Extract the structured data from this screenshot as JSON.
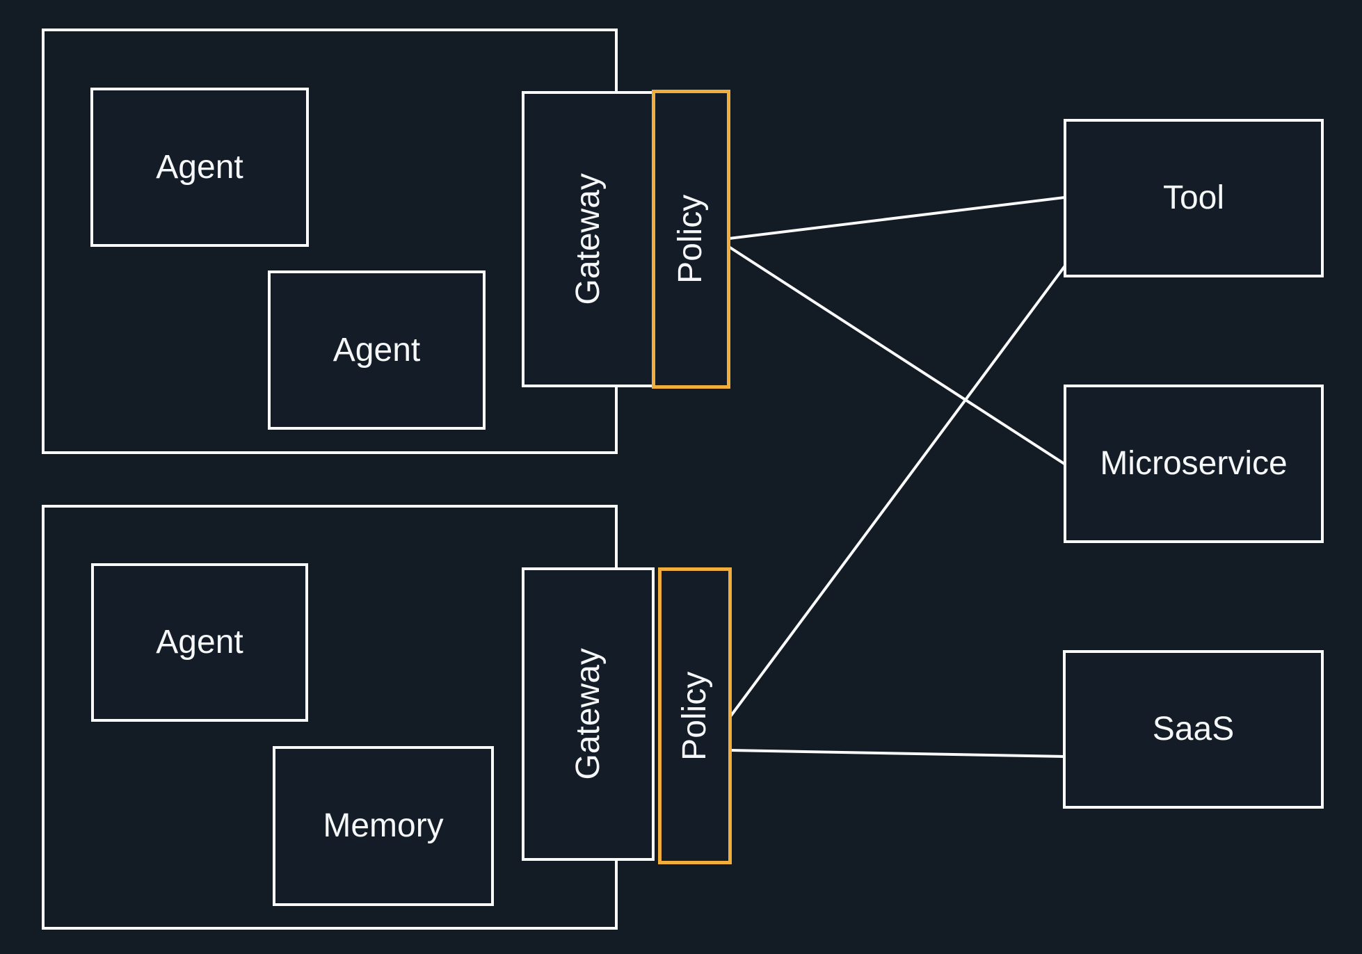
{
  "diagram": {
    "colors": {
      "background": "#131b24",
      "node_fill": "#141d27",
      "line": "#fbfcfd",
      "policy_accent": "#f2ae3c",
      "text": "#f5f7f8"
    },
    "clusters": {
      "top": {
        "agents": [
          "Agent",
          "Agent"
        ],
        "gateway": "Gateway",
        "policy": "Policy"
      },
      "bottom": {
        "agents": [
          "Agent"
        ],
        "memory": "Memory",
        "gateway": "Gateway",
        "policy": "Policy"
      }
    },
    "services": {
      "tool": "Tool",
      "microservice": "Microservice",
      "saas": "SaaS"
    },
    "edges": [
      {
        "from": "top-policy",
        "to": "tool"
      },
      {
        "from": "top-policy",
        "to": "microservice"
      },
      {
        "from": "bottom-policy",
        "to": "tool"
      },
      {
        "from": "bottom-policy",
        "to": "saas"
      }
    ]
  }
}
